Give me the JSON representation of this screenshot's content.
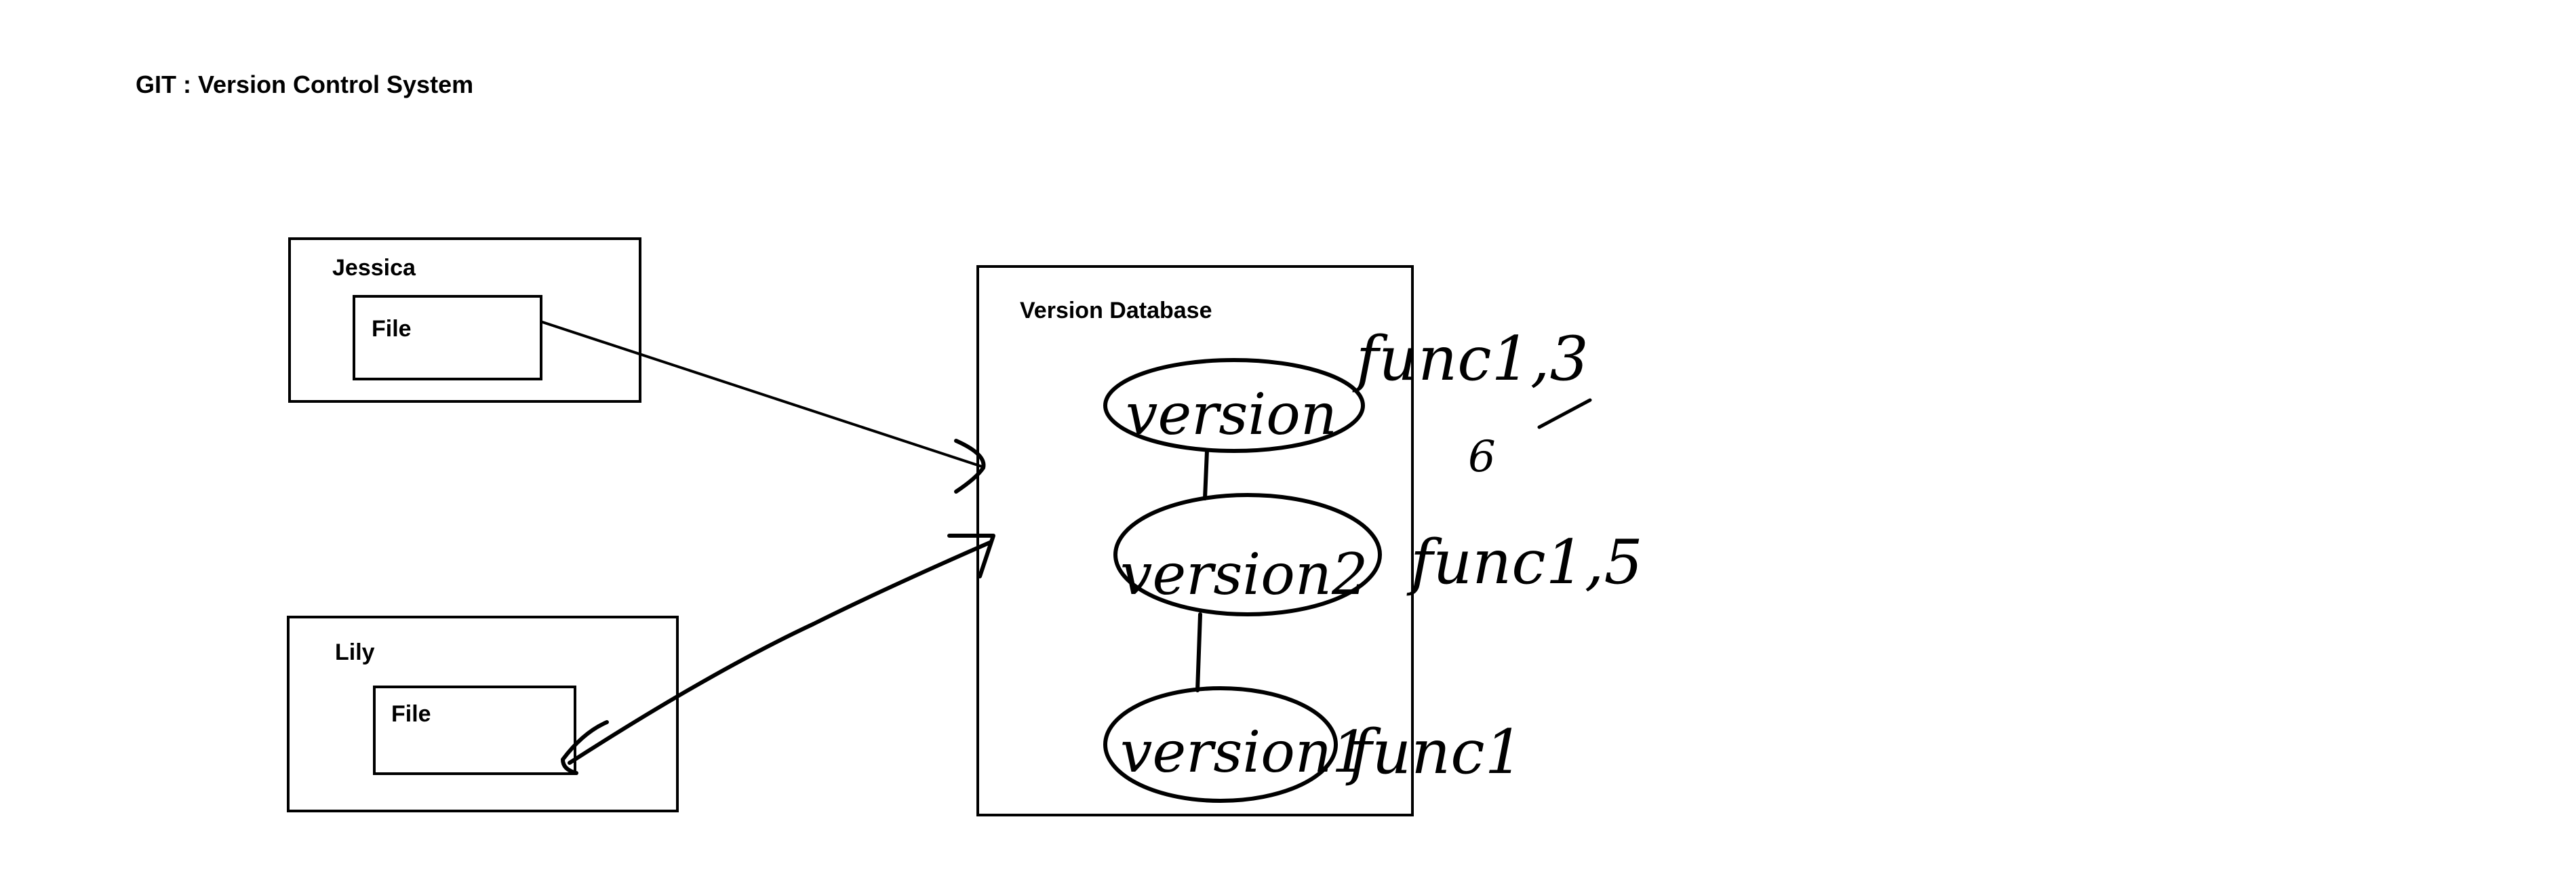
{
  "title": "GIT : Version Control System",
  "jessica": {
    "label": "Jessica",
    "file_label": "File"
  },
  "lily": {
    "label": "Lily",
    "file_label": "File"
  },
  "database": {
    "label": "Version Database",
    "versions": [
      {
        "label": "version",
        "note": "func1,3",
        "note_extra": "6"
      },
      {
        "label": "version2",
        "note": "func1,5"
      },
      {
        "label": "version1",
        "note": "func1"
      }
    ]
  },
  "colors": {
    "ink": "#000000",
    "background": "#ffffff"
  }
}
